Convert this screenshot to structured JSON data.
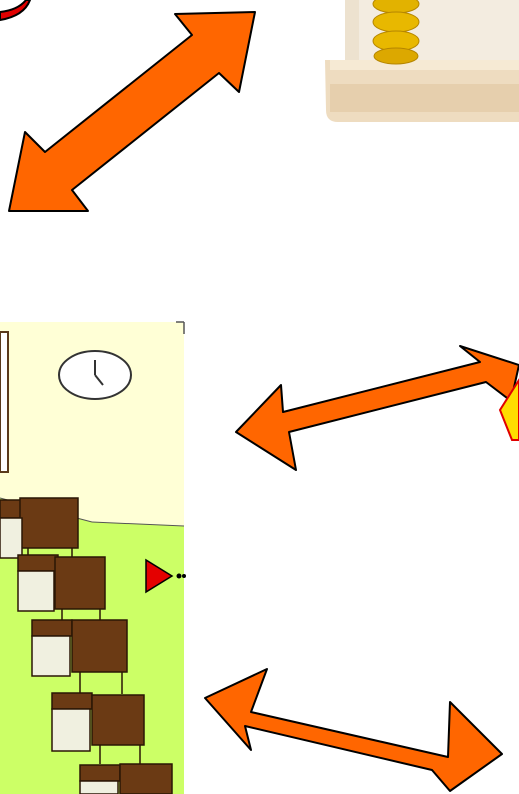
{
  "icons": {
    "arrows": [
      "double-arrow-diagonal",
      "double-arrow-horizontal-upper",
      "double-arrow-horizontal-lower"
    ],
    "images": [
      "abacus-image",
      "classroom-image",
      "partial-red-shape",
      "partial-yellow-shape",
      "clock-icon",
      "red-triangle-icon"
    ]
  },
  "colors": {
    "arrow_fill": "#ff6600",
    "arrow_stroke": "#000000",
    "classroom_wall": "#ffffd6",
    "classroom_floor": "#ccff66",
    "desk_brown": "#6b3a14",
    "bead_yellow": "#e8b800",
    "abacus_wood": "#eedcc0",
    "pointer_red": "#e40000"
  }
}
